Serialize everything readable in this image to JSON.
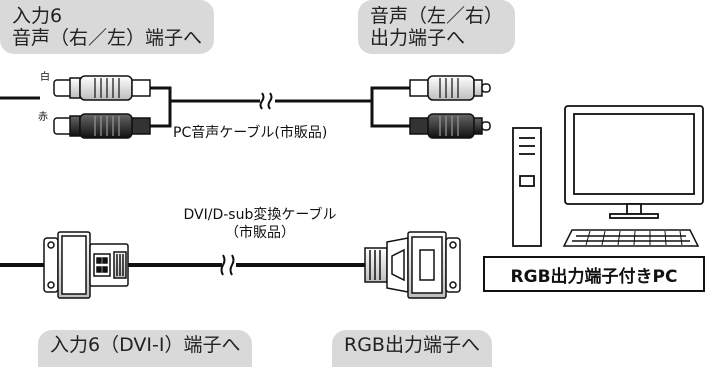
{
  "input6_audio_label": [
    "入力6",
    "音声（右／左）端子へ"
  ],
  "audio_out_label": [
    "音声（左／右）",
    "出力端子へ"
  ],
  "white_label": "白",
  "red_label": "赤",
  "audio_cable_label": "PC音声ケーブル(市販品)",
  "dvi_cable_label": [
    "DVI/D-sub変換ケーブル",
    "（市販品）"
  ],
  "pc_label": "RGB出力端子付きPC",
  "input6_dvi_label": "入力6（DVI-I）端子へ",
  "rgb_out_label": "RGB出力端子へ"
}
